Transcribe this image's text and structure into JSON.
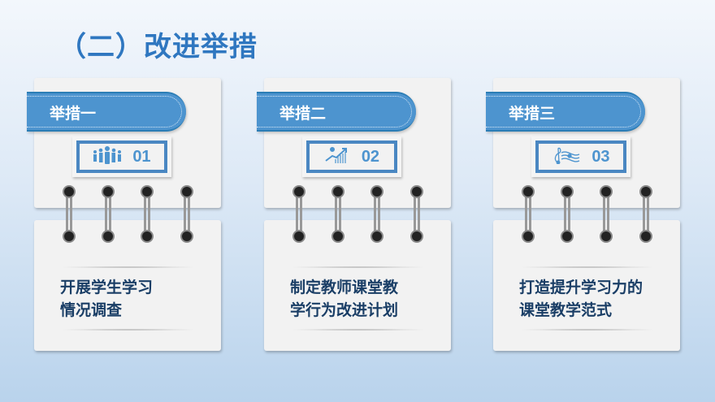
{
  "title": "（二）改进举措",
  "measures": [
    {
      "label": "举措一",
      "number": "01",
      "icon": "people-icon",
      "text_lines": [
        "开展学生学习",
        "情况调查"
      ]
    },
    {
      "label": "举措二",
      "number": "02",
      "icon": "growth-chart-icon",
      "text_lines": [
        "制定教师课堂教",
        "学行为改进计划"
      ]
    },
    {
      "label": "举措三",
      "number": "03",
      "icon": "music-note-icon",
      "text_lines": [
        "打造提升学习力的",
        "课堂教学范式"
      ]
    }
  ],
  "colors": {
    "accent": "#4d94cf",
    "title": "#2f77c0",
    "text": "#1a3e66"
  }
}
